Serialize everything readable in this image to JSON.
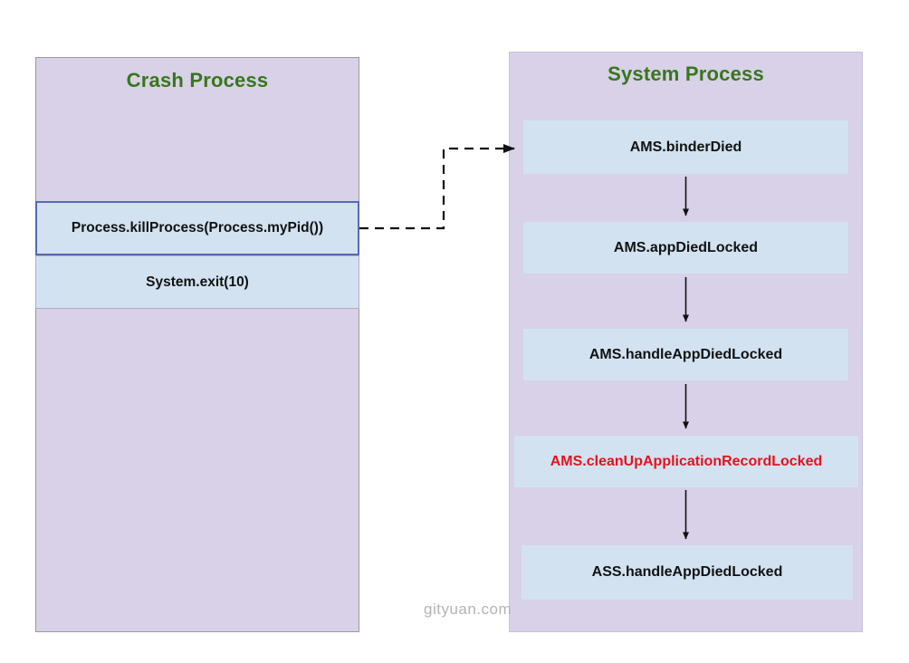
{
  "diagram": {
    "watermark": "gityuan.com",
    "colors": {
      "panel_bg": "#d8d1e7",
      "node_bg": "#d2e2f1",
      "title_green": "#38761d",
      "highlight_red": "#e3131c",
      "kill_border_blue": "#5a68ae",
      "arrow_black": "#111111",
      "watermark_gray": "#b4b4b4"
    },
    "left_panel": {
      "title": "Crash Process",
      "boxes": [
        {
          "label": "Process.killProcess(Process.myPid())"
        },
        {
          "label": "System.exit(10)"
        }
      ]
    },
    "right_panel": {
      "title": "System Process",
      "boxes": [
        {
          "label": "AMS.binderDied"
        },
        {
          "label": "AMS.appDiedLocked"
        },
        {
          "label": "AMS.handleAppDiedLocked"
        },
        {
          "label": "AMS.cleanUpApplicationRecordLocked",
          "highlight": true
        },
        {
          "label": "ASS.handleAppDiedLocked"
        }
      ]
    },
    "connections": [
      {
        "from": "Process.killProcess(Process.myPid())",
        "to": "AMS.binderDied",
        "style": "dashed-elbow"
      },
      {
        "from": "AMS.binderDied",
        "to": "AMS.appDiedLocked",
        "style": "solid"
      },
      {
        "from": "AMS.appDiedLocked",
        "to": "AMS.handleAppDiedLocked",
        "style": "solid"
      },
      {
        "from": "AMS.handleAppDiedLocked",
        "to": "AMS.cleanUpApplicationRecordLocked",
        "style": "solid"
      },
      {
        "from": "AMS.cleanUpApplicationRecordLocked",
        "to": "ASS.handleAppDiedLocked",
        "style": "solid"
      }
    ]
  }
}
